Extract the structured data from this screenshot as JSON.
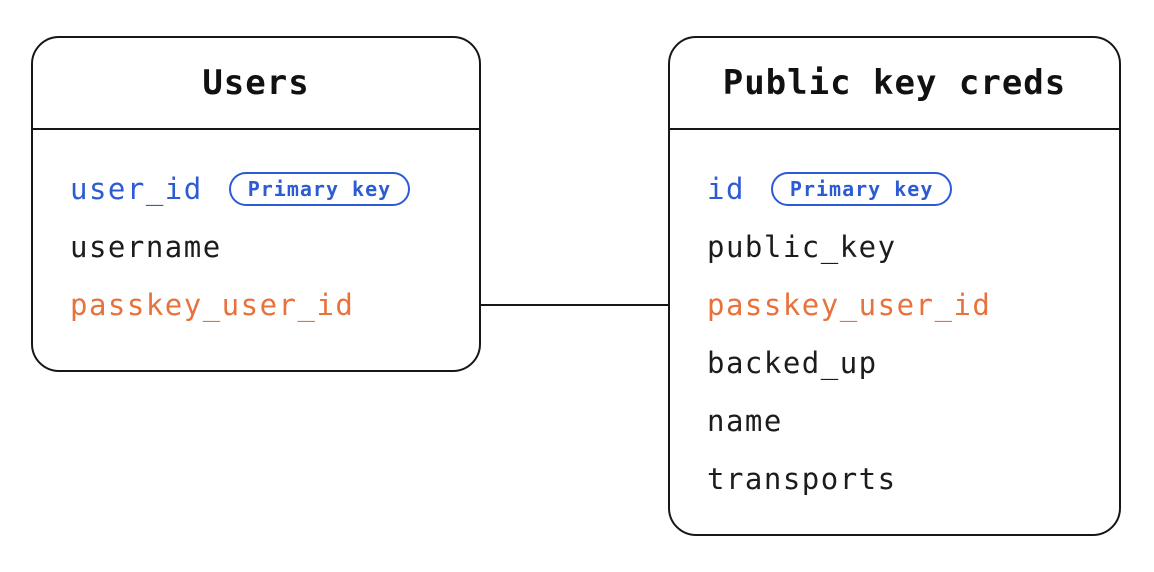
{
  "colors": {
    "blue": "#2d5bd4",
    "orange": "#e8723c",
    "ink": "#171717"
  },
  "tables": [
    {
      "key": "users",
      "title": "Users",
      "fields": [
        {
          "name": "user_id",
          "color": "blue",
          "badge": "Primary key"
        },
        {
          "name": "username",
          "color": "default"
        },
        {
          "name": "passkey_user_id",
          "color": "orange"
        }
      ]
    },
    {
      "key": "public_key_creds",
      "title": "Public key creds",
      "fields": [
        {
          "name": "id",
          "color": "blue",
          "badge": "Primary key"
        },
        {
          "name": "public_key",
          "color": "default"
        },
        {
          "name": "passkey_user_id",
          "color": "orange"
        },
        {
          "name": "backed_up",
          "color": "default"
        },
        {
          "name": "name",
          "color": "default"
        },
        {
          "name": "transports",
          "color": "default"
        }
      ]
    }
  ],
  "relationship": {
    "from_table": "Users",
    "from_field": "passkey_user_id",
    "to_table": "Public key creds",
    "to_field": "passkey_user_id"
  }
}
